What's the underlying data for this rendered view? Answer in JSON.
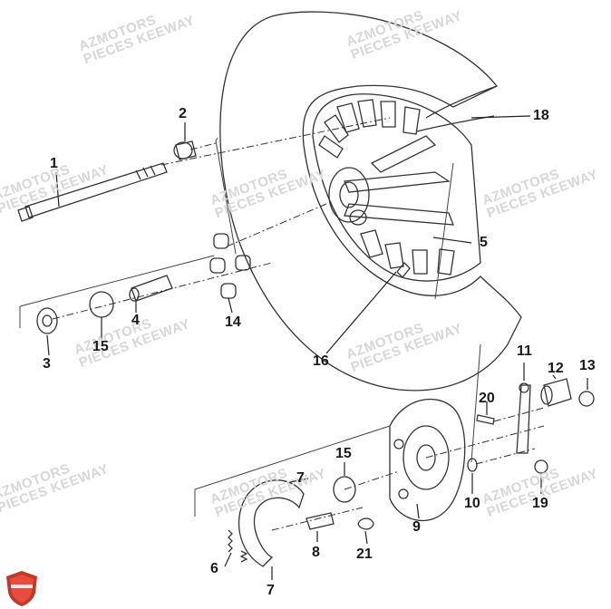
{
  "watermark": {
    "line1": "AZMOTORS",
    "line2": "PIECES KEEWAY"
  },
  "callouts": {
    "p1": "1",
    "p2": "2",
    "p3": "3",
    "p4": "4",
    "p5": "5",
    "p6": "6",
    "p7a": "7",
    "p7b": "7",
    "p8": "8",
    "p9": "9",
    "p10": "10",
    "p11": "11",
    "p12": "12",
    "p13": "13",
    "p14": "14",
    "p15a": "15",
    "p15b": "15",
    "p16": "16",
    "p18": "18",
    "p19": "19",
    "p20": "20",
    "p21": "21"
  },
  "colors": {
    "line": "#333333",
    "logo": "#c0392b",
    "watermark": "#d7d7d7"
  }
}
